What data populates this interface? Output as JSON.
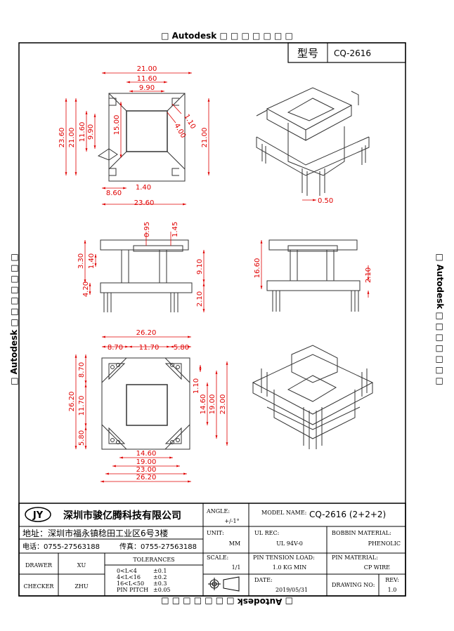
{
  "watermark": "□ Autodesk □ □ □ □ □ □ □",
  "model_box": {
    "label": "型号",
    "value": "CQ-2616"
  },
  "top_view_dims": {
    "w1": "21.00",
    "w2": "11.60",
    "w3": "9.90",
    "h1": "23.60",
    "h2": "21.00",
    "h3": "11.60",
    "h4": "9.90",
    "h5": "15.00",
    "r1": "21.00",
    "d1": "1.10",
    "d2": "4.00",
    "b1": "8.60",
    "b2": "1.40",
    "b3": "23.60"
  },
  "iso_top_dims": {
    "d1": "0.50"
  },
  "side_view_dims": {
    "a": "0.95",
    "b": "1.45",
    "c": "3.30",
    "d": "1.40",
    "e": "4.20",
    "f": "9.10",
    "g": "2.10"
  },
  "side2_dims": {
    "a": "16.60",
    "b": "2.10"
  },
  "bottom_view_dims": {
    "t1": "26.20",
    "t2": "8.70",
    "t3": "11.70",
    "t4": "5.80",
    "l1": "26.20",
    "l2": "8.70",
    "l3": "11.70",
    "l4": "5.80",
    "r1": "1.10",
    "r2": "14.60",
    "r3": "19.00",
    "r4": "23.00",
    "b1": "14.60",
    "b2": "19.00",
    "b3": "23.00",
    "b4": "26.20"
  },
  "title_block": {
    "logo": "JY",
    "company": "深圳市骏亿腾科技有限公司",
    "address": "地址：深圳市福永镇稔田工业区6号3楼",
    "phone": "电话：0755-27563188",
    "fax": "传真：0755-27563188",
    "angle_label": "ANGLE:",
    "angle_value": "+/-1°",
    "model_name_label": "MODEL NAME:",
    "model_name_value": "CQ-2616 (2+2+2)",
    "unit_label": "UNIT:",
    "unit_value": "MM",
    "ul_rec_label": "UL REC:",
    "ul_rec_value": "UL 94V-0",
    "bobbin_label": "BOBBIN MATERIAL:",
    "bobbin_value": "PHENOLIC",
    "drawer_label": "DRAWER",
    "drawer_value": "XU",
    "tolerances_label": "TOLERANCES",
    "tol_rows": [
      {
        "range": "0<L<4",
        "tol": "±0.1"
      },
      {
        "range": "4<L<16",
        "tol": "±0.2"
      },
      {
        "range": "16<L<50",
        "tol": "±0.3"
      },
      {
        "range": "PIN PITCH",
        "tol": "±0.05"
      }
    ],
    "scale_label": "SCALE:",
    "scale_value": "1/1",
    "pin_tension_label": "PIN TENSION LOAD:",
    "pin_tension_value": "1.0 KG MIN",
    "pin_material_label": "PIN MATERIAL:",
    "pin_material_value": "CP WIRE",
    "checker_label": "CHECKER",
    "checker_value": "ZHU",
    "date_label": "DATE:",
    "date_value": "2019/05/31",
    "drawing_no_label": "DRAWING NO:",
    "rev_label": "REV:",
    "rev_value": "1.0"
  }
}
